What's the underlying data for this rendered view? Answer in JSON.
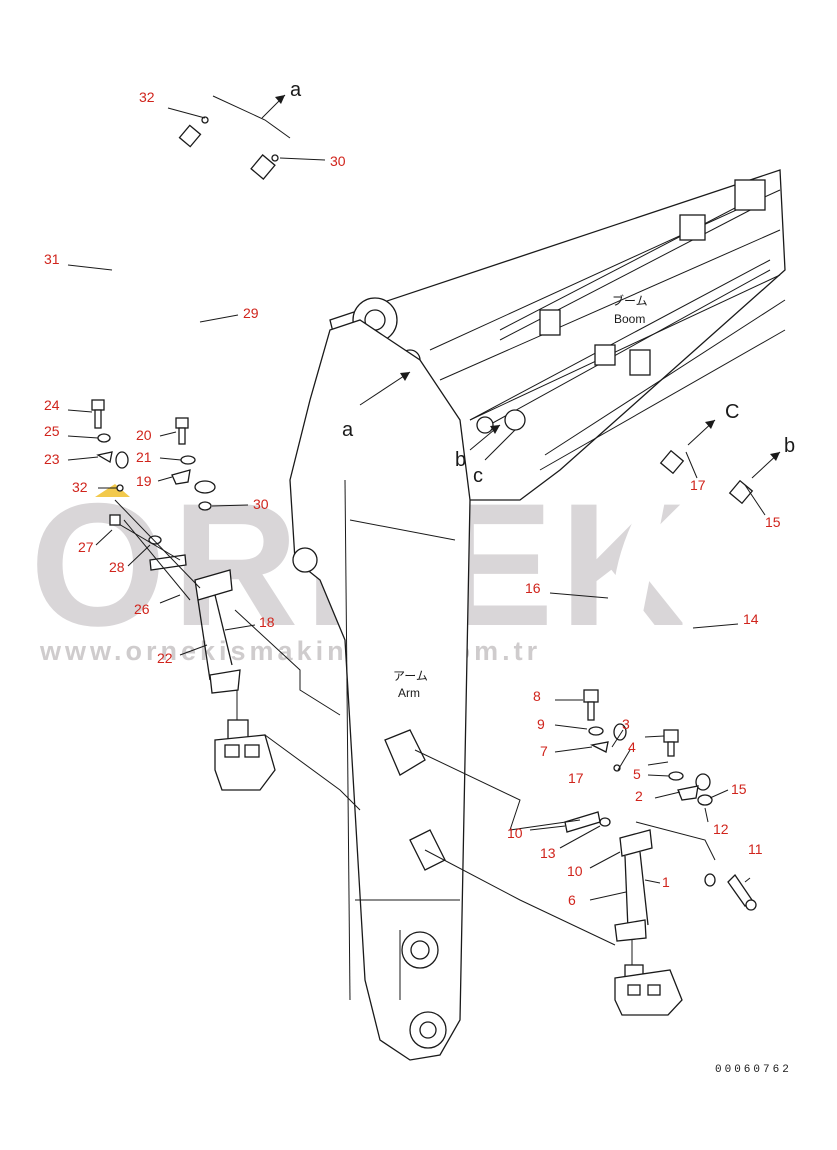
{
  "watermark": {
    "brand": "ORNEK",
    "url": "www.ornekismakinalari.com.tr",
    "brand_color": "#d9d6d8",
    "accent_color": "#f2c94c"
  },
  "labels": {
    "boom_jp": "ブーム",
    "boom_en": "Boom",
    "arm_jp": "アーム",
    "arm_en": "Arm",
    "ref_a": "a",
    "ref_b": "b",
    "ref_c": "c",
    "ref_upper_a": "a",
    "ref_upper_b": "b",
    "ref_upper_c": "C"
  },
  "callouts": {
    "c1": "1",
    "c2": "2",
    "c3": "3",
    "c4": "4",
    "c5": "5",
    "c6": "6",
    "c7": "7",
    "c8": "8",
    "c9": "9",
    "c10a": "10",
    "c10b": "10",
    "c11": "11",
    "c12": "12",
    "c13": "13",
    "c14": "14",
    "c15a": "15",
    "c15b": "15",
    "c16": "16",
    "c17a": "17",
    "c17b": "17",
    "c18": "18",
    "c19": "19",
    "c20": "20",
    "c21": "21",
    "c22": "22",
    "c23": "23",
    "c24": "24",
    "c25": "25",
    "c26": "26",
    "c27": "27",
    "c28": "28",
    "c29": "29",
    "c30a": "30",
    "c30b": "30",
    "c31": "31",
    "c32a": "32",
    "c32b": "32"
  },
  "document_number": "00060762",
  "colors": {
    "callout": "#d0241c",
    "line": "#1a1a1a"
  }
}
